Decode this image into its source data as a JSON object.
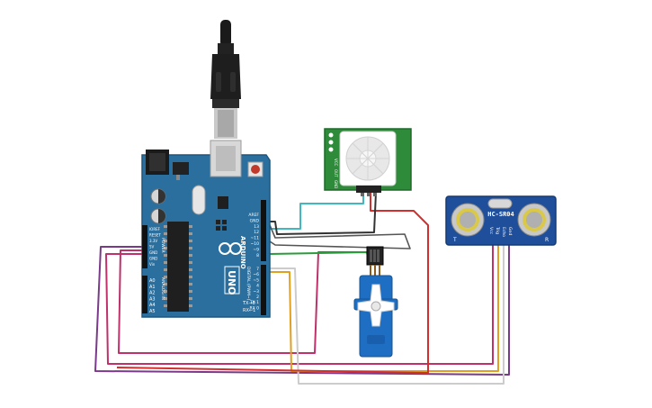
{
  "arduino": {
    "brand": "ARDUINO",
    "model": "UNO",
    "power_header": "POWER",
    "analog_header": "ANALOG IN",
    "digital_header": "DIGITAL (PWM~)",
    "tx_label": "TX→0",
    "rx_label": "RX←1",
    "power_pins": [
      "IOREF",
      "RESET",
      "3.3V",
      "5V",
      "GND",
      "GND",
      "Vin"
    ],
    "analog_pins": [
      "A0",
      "A1",
      "A2",
      "A3",
      "A4",
      "A5"
    ],
    "digital_top_pins": [
      "AREF",
      "GND",
      "13",
      "12",
      "~11",
      "~10",
      "~9",
      "8"
    ],
    "digital_bottom_pins": [
      "7",
      "~6",
      "~5",
      "4",
      "~3",
      "2",
      "TX 1",
      "RX 0"
    ]
  },
  "pir_sensor": {
    "pins": [
      "VCC",
      "OUT",
      "GND"
    ]
  },
  "ultrasonic_sensor": {
    "model": "HC-SR04",
    "left_mark": "T",
    "right_mark": "R",
    "pins": [
      "Vcc",
      "Trig",
      "Echo",
      "Gnd"
    ]
  },
  "servo": {},
  "usb_cable": {},
  "wire_colors": {
    "pir_out": "#40b8c0",
    "gnd": "#333333",
    "gnd_loop": "#555555",
    "servo_signal": "#2a9d3a",
    "pir_vcc": "#d32f2f",
    "us_trig": "#e0a020",
    "us_echo": "#7a3a8a",
    "us_gnd": "#cccccc",
    "power_5v": "#c0306a"
  }
}
